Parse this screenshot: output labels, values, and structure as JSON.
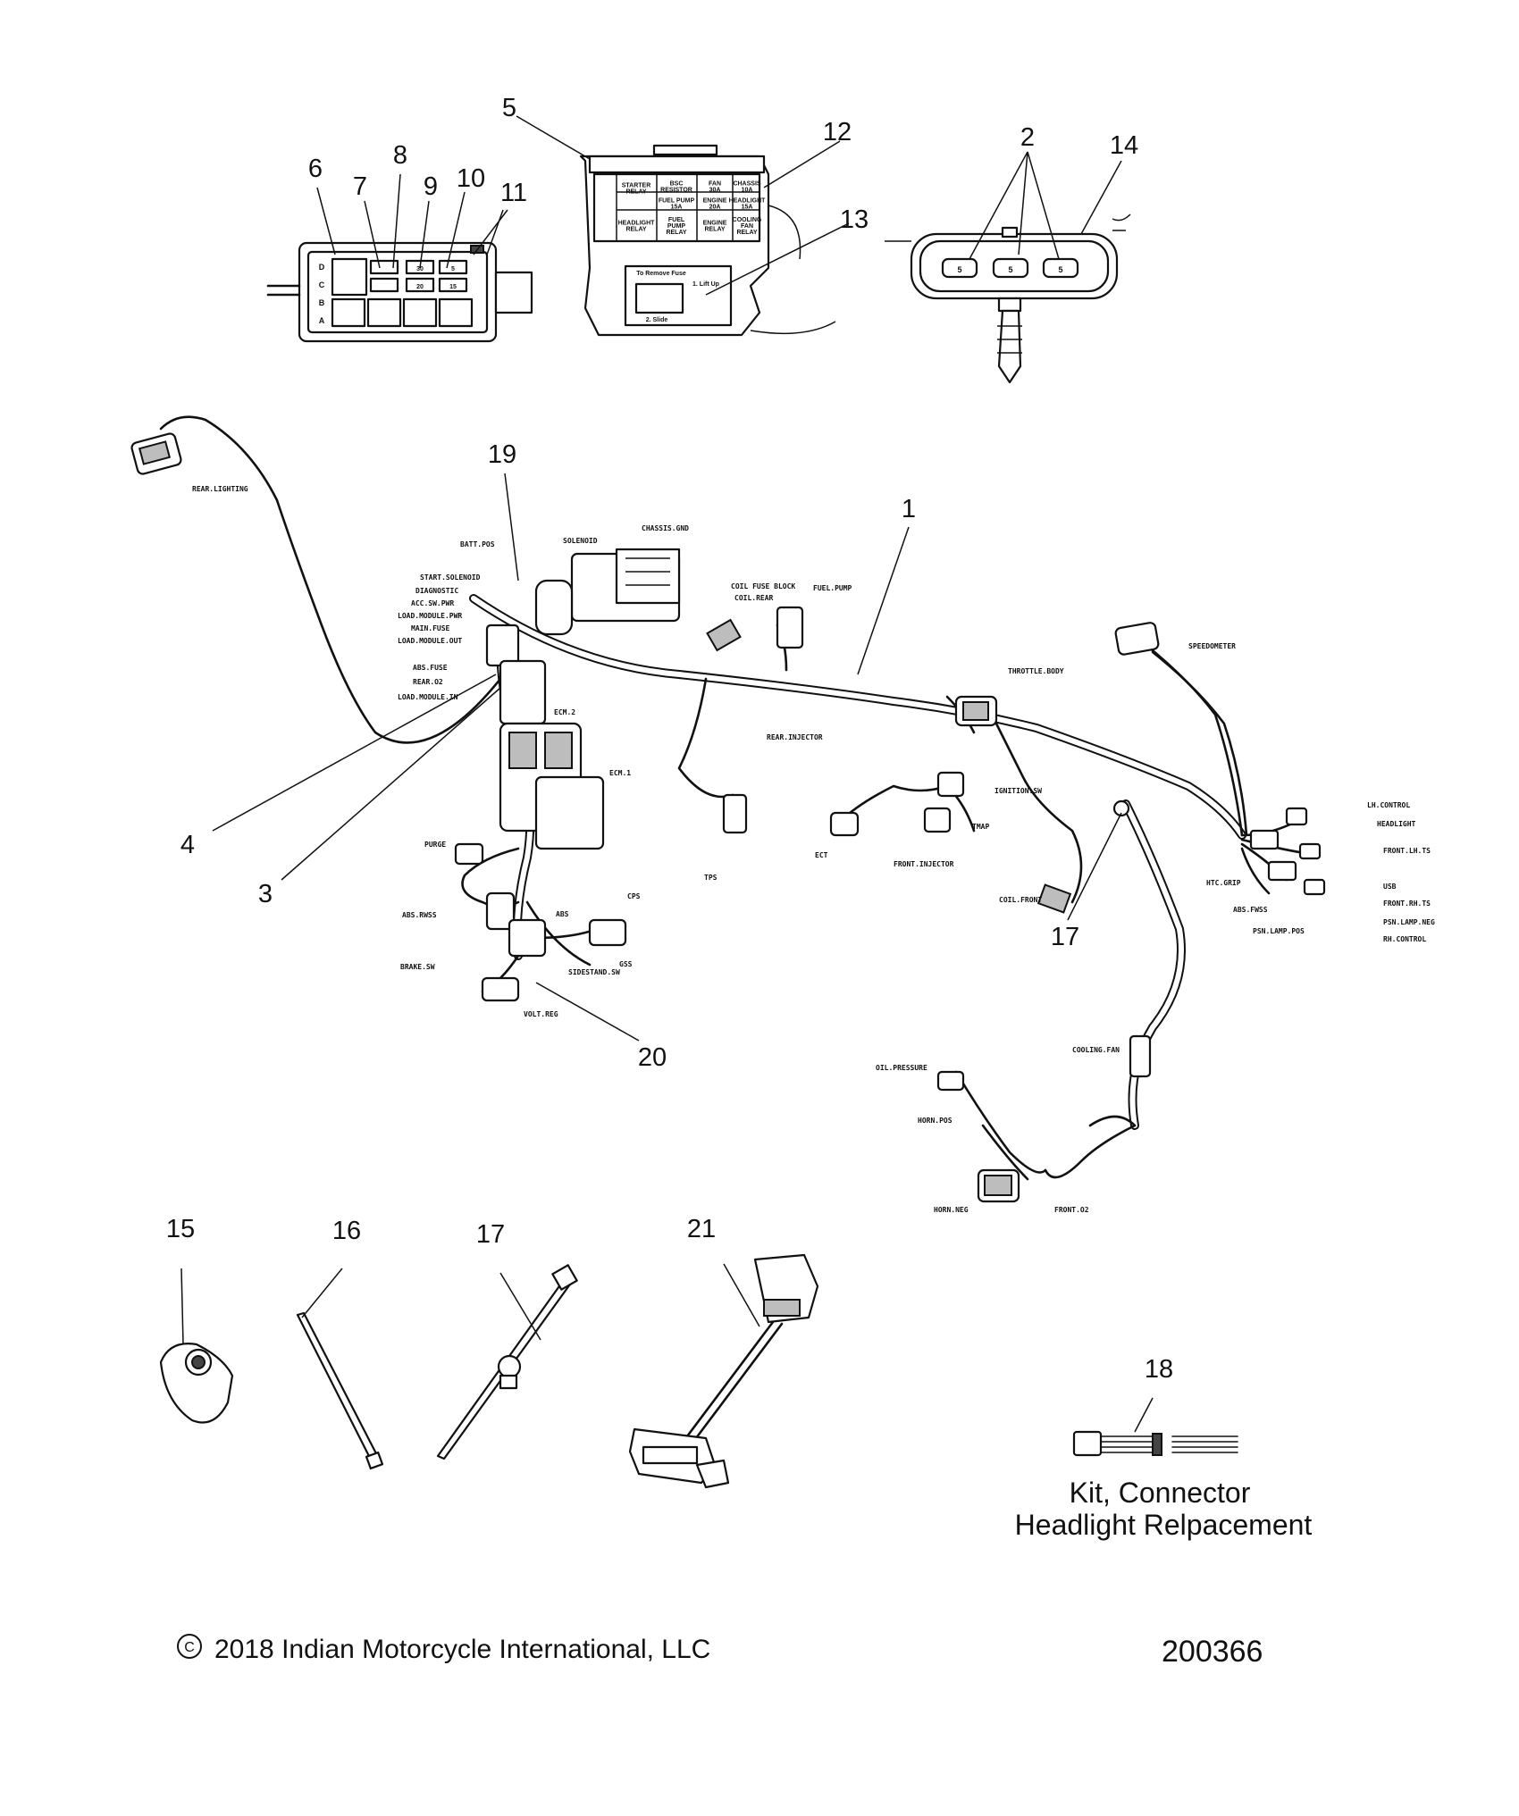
{
  "callouts": {
    "c1": "1",
    "c2": "2",
    "c3": "3",
    "c4": "4",
    "c5": "5",
    "c6": "6",
    "c7": "7",
    "c8": "8",
    "c9": "9",
    "c10": "10",
    "c11": "11",
    "c12": "12",
    "c13": "13",
    "c14": "14",
    "c15": "15",
    "c16": "16",
    "c17a": "17",
    "c17b": "17",
    "c18": "18",
    "c19": "19",
    "c20": "20",
    "c21": "21"
  },
  "fuse_box_left": {
    "row_letters": [
      "D",
      "C",
      "B",
      "A"
    ],
    "fuse_values": [
      "30",
      "20",
      "5",
      "15"
    ]
  },
  "fuse_box_labels": {
    "r1c1": "STARTER\nRELAY",
    "r1c2": "BSC\nRESISTOR",
    "r1c3": "FAN\n30A",
    "r1c4": "CHASSIS\n10A",
    "r2c2": "FUEL PUMP\n15A",
    "r2c3": "ENGINE\n20A",
    "r2c4": "HEADLIGHT\n15A",
    "r3c1": "HEADLIGHT\nRELAY",
    "r3c2": "FUEL\nPUMP\nRELAY",
    "r3c3": "ENGINE\nRELAY",
    "r3c4": "COOLING\nFAN\nRELAY",
    "instr_title": "To Remove Fuse",
    "instr_step1": "1. Lift Up",
    "instr_step2": "2. Slide"
  },
  "connector_fuses": [
    "5",
    "5",
    "5"
  ],
  "harness_tags": {
    "rear_lighting": "REAR.LIGHTING",
    "batt_pos": "BATT.POS",
    "solenoid": "SOLENOID",
    "chassis_gnd": "CHASSIS.GND",
    "start_solenoid": "START.SOLENOID",
    "diagnostic": "DIAGNOSTIC",
    "acc_sw_pwr": "ACC.SW.PWR",
    "load_module_pwr": "LOAD.MODULE.PWR",
    "main_fuse": "MAIN.FUSE",
    "load_module_out": "LOAD.MODULE.OUT",
    "abs_fuse": "ABS.FUSE",
    "rear_o2": "REAR.O2",
    "load_module_in": "LOAD.MODULE.IN",
    "coil_fuse_block": "COIL FUSE BLOCK",
    "coil_rear": "COIL.REAR",
    "fuel_pump": "FUEL.PUMP",
    "ecm2": "ECM.2",
    "ecm1": "ECM.1",
    "rear_injector": "REAR.INJECTOR",
    "throttle_body": "THROTTLE.BODY",
    "speedometer": "SPEEDOMETER",
    "ignition_sw": "IGNITION.SW",
    "tmap": "TMAP",
    "front_injector": "FRONT.INJECTOR",
    "ect": "ECT",
    "tps": "TPS",
    "purge": "PURGE",
    "abs_rwss": "ABS.RWSS",
    "abs": "ABS",
    "cps": "CPS",
    "brake_sw": "BRAKE.SW",
    "gss": "GSS",
    "sidestand_sw": "SIDESTAND.SW",
    "volt_reg": "VOLT.REG",
    "coil_front": "COIL.FRONT",
    "lh_control": "LH.CONTROL",
    "headlight": "HEADLIGHT",
    "front_lh_ts": "FRONT.LH.TS",
    "htc_grip": "HTC.GRIP",
    "usb": "USB",
    "abs_fwss": "ABS.FWSS",
    "front_rh_ts": "FRONT.RH.TS",
    "psn_lamp_neg": "PSN.LAMP.NEG",
    "psn_lamp_pos": "PSN.LAMP.POS",
    "rh_control": "RH.CONTROL",
    "cooling_fan": "COOLING.FAN",
    "oil_pressure": "OIL.PRESSURE",
    "horn_pos": "HORN.POS",
    "horn_neg": "HORN.NEG",
    "front_o2": "FRONT.O2"
  },
  "kit": {
    "line1": "Kit, Connector",
    "line2": "Headlight Relpacement"
  },
  "footer": {
    "copyright": "2018 Indian Motorcycle International, LLC",
    "figure_number": "200366"
  }
}
